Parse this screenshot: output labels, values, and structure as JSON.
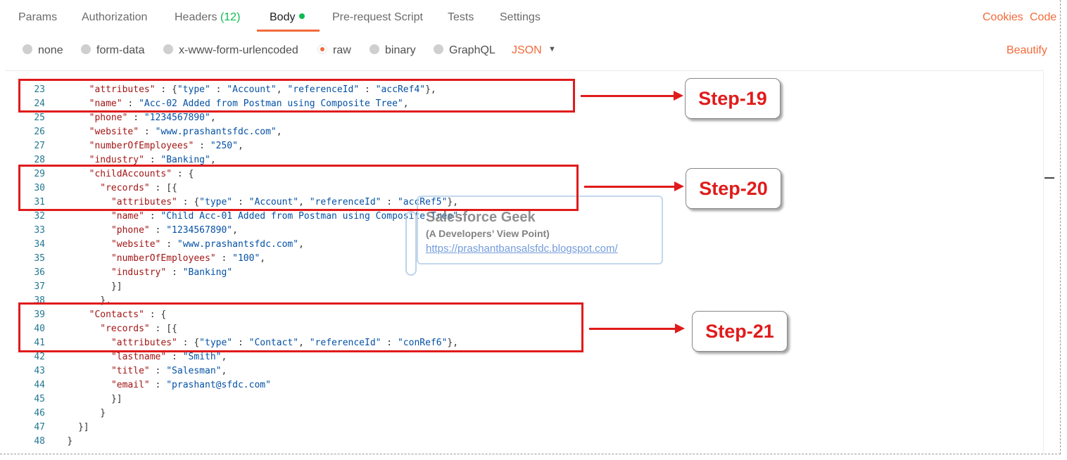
{
  "tabs": {
    "params": "Params",
    "authorization": "Authorization",
    "headers": "Headers",
    "headers_count": "(12)",
    "body": "Body",
    "prerequest": "Pre-request Script",
    "tests": "Tests",
    "settings": "Settings",
    "cookies": "Cookies",
    "code": "Code"
  },
  "body_types": {
    "none": "none",
    "form_data": "form-data",
    "urlencoded": "x-www-form-urlencoded",
    "raw": "raw",
    "binary": "binary",
    "graphql": "GraphQL",
    "selected": "raw",
    "format": "JSON",
    "beautify": "Beautify"
  },
  "code_lines": [
    {
      "n": "23",
      "indent": "    ",
      "key": "\"attributes\"",
      "rest": " : {\"type\" : \"Account\", \"referenceId\" : \"accRef4\"},"
    },
    {
      "n": "24",
      "indent": "    ",
      "key": "\"name\"",
      "rest": " : \"Acc-02 Added from Postman using Composite Tree\","
    },
    {
      "n": "25",
      "indent": "    ",
      "key": "\"phone\"",
      "rest": " : \"1234567890\","
    },
    {
      "n": "26",
      "indent": "    ",
      "key": "\"website\"",
      "rest": " : \"www.prashantsfdc.com\","
    },
    {
      "n": "27",
      "indent": "    ",
      "key": "\"numberOfEmployees\"",
      "rest": " : \"250\","
    },
    {
      "n": "28",
      "indent": "    ",
      "key": "\"industry\"",
      "rest": " : \"Banking\","
    },
    {
      "n": "29",
      "indent": "    ",
      "key": "\"childAccounts\"",
      "rest": " : {"
    },
    {
      "n": "30",
      "indent": "      ",
      "key": "\"records\"",
      "rest": " : [{"
    },
    {
      "n": "31",
      "indent": "        ",
      "key": "\"attributes\"",
      "rest": " : {\"type\" : \"Account\", \"referenceId\" : \"accRef5\"},"
    },
    {
      "n": "32",
      "indent": "        ",
      "key": "\"name\"",
      "rest": " : \"Child Acc-01 Added from Postman using Composite Tree\","
    },
    {
      "n": "33",
      "indent": "        ",
      "key": "\"phone\"",
      "rest": " : \"1234567890\","
    },
    {
      "n": "34",
      "indent": "        ",
      "key": "\"website\"",
      "rest": " : \"www.prashantsfdc.com\","
    },
    {
      "n": "35",
      "indent": "        ",
      "key": "\"numberOfEmployees\"",
      "rest": " : \"100\","
    },
    {
      "n": "36",
      "indent": "        ",
      "key": "\"industry\"",
      "rest": " : \"Banking\""
    },
    {
      "n": "37",
      "indent": "        ",
      "key": "",
      "rest": "}]"
    },
    {
      "n": "38",
      "indent": "      ",
      "key": "",
      "rest": "},"
    },
    {
      "n": "39",
      "indent": "    ",
      "key": "\"Contacts\"",
      "rest": " : {"
    },
    {
      "n": "40",
      "indent": "      ",
      "key": "\"records\"",
      "rest": " : [{"
    },
    {
      "n": "41",
      "indent": "        ",
      "key": "\"attributes\"",
      "rest": " : {\"type\" : \"Contact\", \"referenceId\" : \"conRef6\"},"
    },
    {
      "n": "42",
      "indent": "        ",
      "key": "\"lastname\"",
      "rest": " : \"Smith\","
    },
    {
      "n": "43",
      "indent": "        ",
      "key": "\"title\"",
      "rest": " : \"Salesman\","
    },
    {
      "n": "44",
      "indent": "        ",
      "key": "\"email\"",
      "rest": " : \"prashant@sfdc.com\""
    },
    {
      "n": "45",
      "indent": "        ",
      "key": "",
      "rest": "}]"
    },
    {
      "n": "46",
      "indent": "      ",
      "key": "",
      "rest": "}"
    },
    {
      "n": "47",
      "indent": "  ",
      "key": "",
      "rest": "}]"
    },
    {
      "n": "48",
      "indent": "",
      "key": "",
      "rest": "}"
    }
  ],
  "annotations": {
    "step19": "Step-19",
    "step20": "Step-20",
    "step21": "Step-21"
  },
  "watermark": {
    "title": "Salesforce Geek",
    "subtitle": "(A Developers’ View Point)",
    "url": "https://prashantbansalsfdc.blogspot.com/"
  },
  "colors": {
    "accent": "#f26b3a",
    "active_dot": "#0cbb52",
    "annotation": "#e01b1b"
  }
}
